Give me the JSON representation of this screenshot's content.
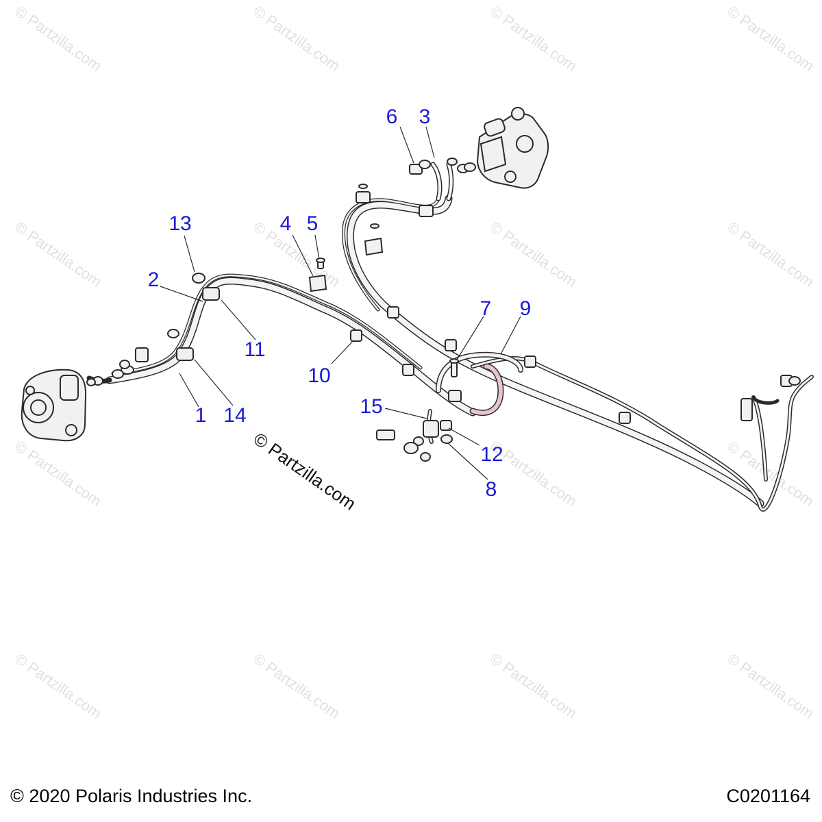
{
  "colors": {
    "callout": "#1a1ad6",
    "line": "#2a2a2a",
    "part_fill": "#f1f1ef",
    "pink_hose": "#e7c4d4"
  },
  "watermark": "© Partzilla.com",
  "footer": {
    "copyright": "© 2020 Polaris Industries Inc.",
    "figure_code": "C0201164"
  },
  "callouts": {
    "c1": "1",
    "c2": "2",
    "c3": "3",
    "c4": "4",
    "c5": "5",
    "c6": "6",
    "c7": "7",
    "c8": "8",
    "c9": "9",
    "c10": "10",
    "c11": "11",
    "c12": "12",
    "c13": "13",
    "c14": "14",
    "c15": "15"
  }
}
